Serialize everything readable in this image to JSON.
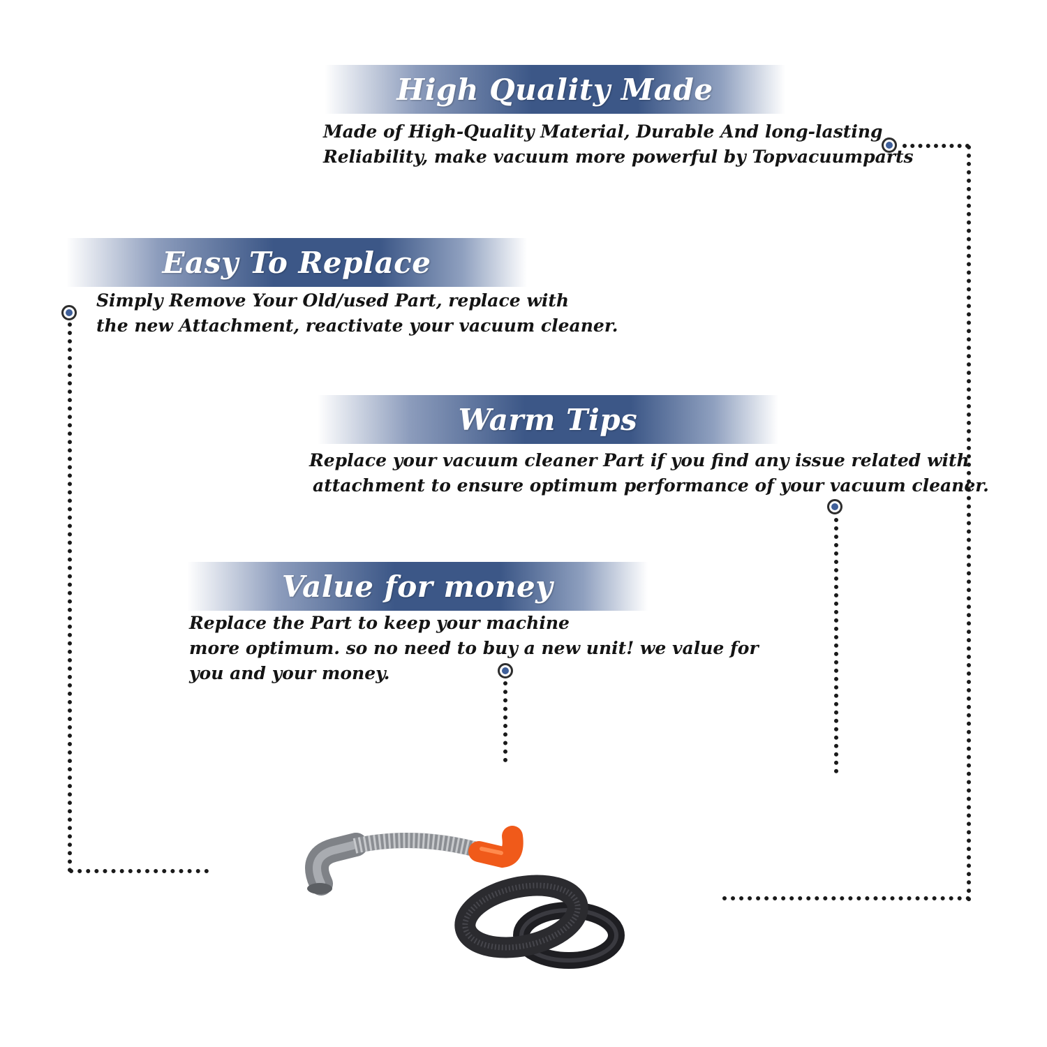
{
  "sections": [
    {
      "title": "High Quality Made",
      "lines": [
        "Made of  High-Quality Material, Durable And long-lasting",
        "Reliability, make vacuum more powerful by Topvacuumparts"
      ]
    },
    {
      "title": "Easy To Replace",
      "lines": [
        "Simply Remove Your Old/used Part, replace with",
        "the new Attachment, reactivate your vacuum cleaner."
      ]
    },
    {
      "title": "Warm Tips",
      "lines": [
        "Replace your vacuum cleaner Part if you find any issue related with",
        "attachment to ensure optimum performance of your vacuum cleaner."
      ]
    },
    {
      "title": "Value for money",
      "lines": [
        "Replace the Part to keep your machine",
        "more optimum. so no need to buy a new unit! we value for",
        "you and your money."
      ]
    }
  ],
  "colors": {
    "banner_blue": "#3c5787",
    "marker_blue": "#3f5f99",
    "hose_orange": "#f05a1a",
    "belt_black": "#2b2b2f"
  },
  "product": {
    "icons": [
      "hose-icon",
      "belt-icon"
    ]
  }
}
